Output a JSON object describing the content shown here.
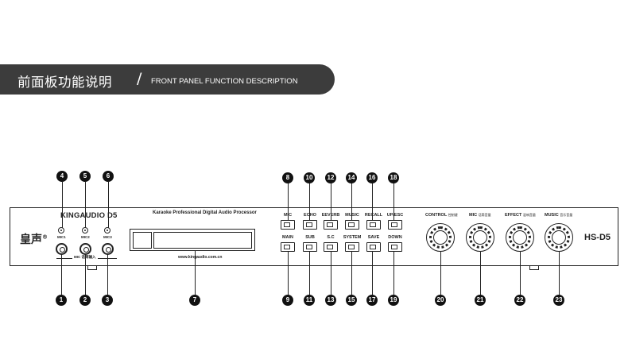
{
  "header": {
    "title_cn": "前面板功能说明",
    "slash": "/",
    "title_en": "FRONT PANEL FUNCTION DESCRIPTION"
  },
  "device": {
    "brand": "KINGAUDIO D5",
    "logo": "皇声",
    "logo_mark": "®",
    "tagline": "Karaoke Professional Digital Audio Processor",
    "website": "www.kingaudio.com.cn",
    "model": "HS-D5"
  },
  "mic_inputs": {
    "labels": [
      "MIC1",
      "MIC2",
      "MIC3"
    ],
    "group_label": "MIC 话筒输入"
  },
  "buttons": {
    "top": [
      "MIC",
      "ECHO",
      "EEVERB",
      "MUSIC",
      "RECALL",
      "UP/ESC"
    ],
    "bottom": [
      "MAIN",
      "SUB",
      "S.C",
      "SYSTEM",
      "SAVE",
      "DOWN"
    ]
  },
  "controls": [
    {
      "name": "CONTROL",
      "cn": "控制键"
    },
    {
      "name": "MIC",
      "cn": "话筒音量"
    },
    {
      "name": "EFFECT",
      "cn": "混响音量"
    },
    {
      "name": "MUSIC",
      "cn": "音乐音量"
    }
  ],
  "callouts": [
    "1",
    "2",
    "3",
    "4",
    "5",
    "6",
    "7",
    "8",
    "9",
    "10",
    "11",
    "12",
    "13",
    "14",
    "15",
    "16",
    "17",
    "18",
    "19",
    "20",
    "21",
    "22",
    "23"
  ],
  "colors": {
    "banner": "#3c3c3c",
    "badge": "#111111"
  }
}
